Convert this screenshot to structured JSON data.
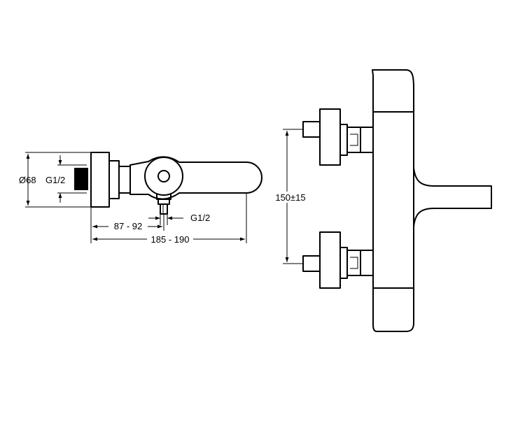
{
  "side_view": {
    "diameter_label": "Ø68",
    "inlet_thread_label": "G1/2",
    "outlet_thread_label": "G1/2",
    "offset_dimension": "87 - 92",
    "length_dimension": "185 - 190"
  },
  "front_view": {
    "inlet_spacing_dimension": "150±15"
  }
}
